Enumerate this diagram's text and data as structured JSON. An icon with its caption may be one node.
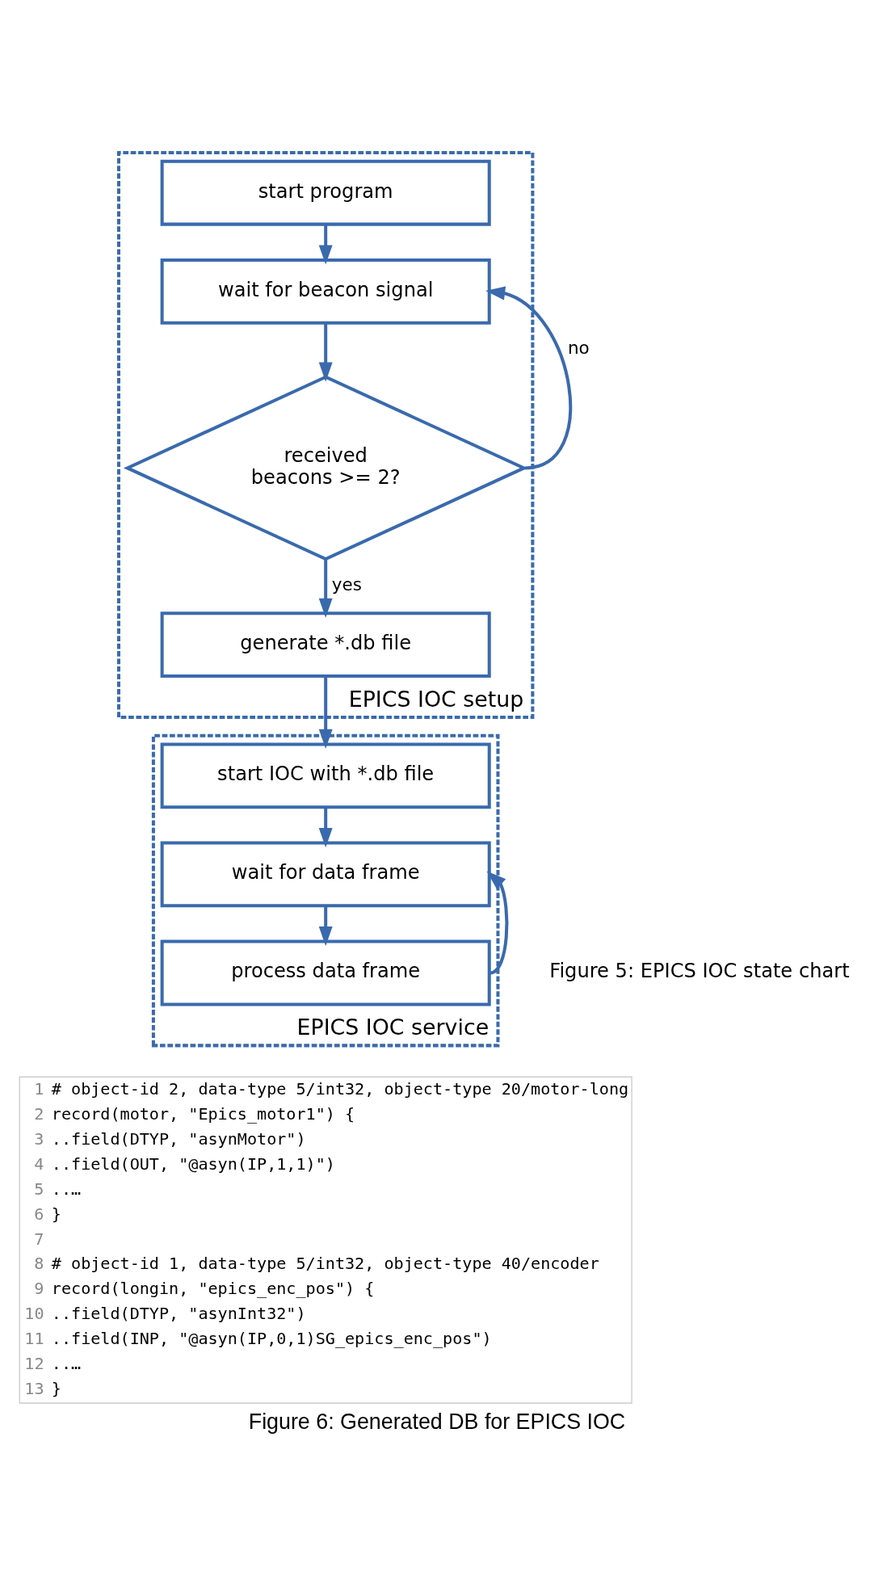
{
  "diagram": {
    "caption": "Figure 6: Generated DB for EPICS IOC",
    "nodes": [
      {
        "text": [
          "EPICS IOC setup"
        ]
      },
      {
        "text": [
          "start program"
        ],
        "in": 0
      },
      {
        "text": [
          "wait for beacon signal"
        ],
        "in": 0
      },
      {
        "text": [
          "received beacons >= 2?"
        ],
        "in": 0
      },
      {
        "text": [
          "generate *.db file"
        ],
        "in": 0
      },
      {
        "text": [
          "EPICS IOC service"
        ]
      },
      {
        "text": [
          "start IOC with *.db file"
        ],
        "in": 5
      },
      {
        "text": [
          "wait for data frame"
        ],
        "in": 5
      },
      {
        "text": [
          "process data frame"
        ],
        "in": 5
      }
    ],
    "edges": [
      {
        "from": 1,
        "to": 2,
        "arrow": "to"
      },
      {
        "from": 2,
        "to": 3,
        "arrow": "to"
      },
      {
        "from": 3,
        "to": 2,
        "arrow": "to",
        "label": "no"
      },
      {
        "from": 3,
        "to": 4,
        "arrow": "to",
        "label": "yes"
      },
      {
        "from": 4,
        "to": 6,
        "arrow": "to"
      },
      {
        "from": 6,
        "to": 7,
        "arrow": "to"
      },
      {
        "from": 7,
        "to": 8,
        "arrow": "to"
      },
      {
        "from": 8,
        "to": 7,
        "arrow": "to"
      }
    ],
    "labels": [
      "Figure 5: EPICS IOC state chart",
      "1",
      "# object-id 2, data-type 5/int32, object-type 20/motor-long",
      "2",
      "record(motor, \"Epics_motor1\") {",
      "3",
      "..field(DTYP, \"asynMotor\")",
      "4",
      "..field(OUT, \"@asyn(IP,1,1)\")",
      "5",
      "..…",
      "6",
      "}",
      "7",
      "8",
      "# object-id 1, data-type 5/int32, object-type 40/encoder",
      "9",
      "record(longin, \"epics_enc_pos\") {",
      "10",
      "..field(DTYP, \"asynInt32\")",
      "11",
      "..field(INP, \"@asyn(IP,0,1)SG_epics_enc_pos\")",
      "12",
      "..…",
      "13",
      "}"
    ]
  }
}
